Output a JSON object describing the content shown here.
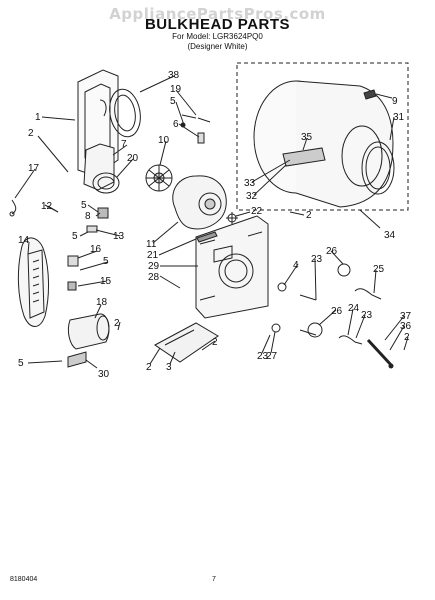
{
  "watermark": "AppliancePartsPros.com",
  "header": {
    "title": "BULKHEAD PARTS",
    "model_line": "For Model: LGR3624PQ0",
    "variant_line": "(Designer White)"
  },
  "footer": {
    "doc_number": "8180404",
    "page_number": "7"
  },
  "callouts": [
    "1",
    "2",
    "38",
    "19",
    "5",
    "6",
    "10",
    "7",
    "20",
    "17",
    "12",
    "5",
    "8",
    "13",
    "14",
    "5",
    "16",
    "5",
    "15",
    "18",
    "2",
    "5",
    "30",
    "9",
    "31",
    "35",
    "33",
    "32",
    "34",
    "22",
    "2",
    "11",
    "21",
    "29",
    "28",
    "4",
    "23",
    "26",
    "25",
    "27",
    "23",
    "26",
    "24",
    "23",
    "2",
    "37",
    "36",
    "2",
    "2",
    "3"
  ]
}
